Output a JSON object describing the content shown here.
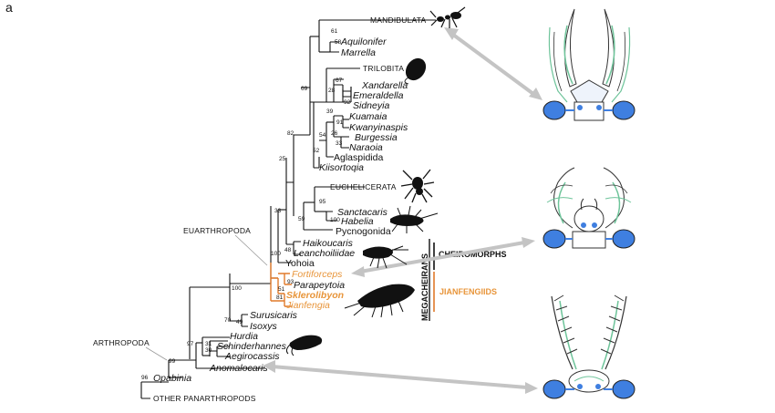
{
  "panel_label": "a",
  "groups": {
    "mandibulata": "MANDIBULATA",
    "trilobita": "TRILOBITA",
    "euchelicerata": "EUCHELICERATA",
    "euarthropoda": "EUARTHROPODA",
    "arthropoda": "ARTHROPODA",
    "other": "OTHER PANARTHROPODS"
  },
  "clades": {
    "megacheirans": "MEGACHEIRANS",
    "cheiromorphs": "CHEIROMORPHS",
    "jianfengiids": "JIANFENGIIDS"
  },
  "taxa": {
    "aquilonifer": "Aquilonifer",
    "marrella": "Marrella",
    "xandarella": "Xandarella",
    "emeraldella": "Emeraldella",
    "sidneyia": "Sidneyia",
    "kuamaia": "Kuamaia",
    "kwanyinaspis": "Kwanyinaspis",
    "burgessia": "Burgessia",
    "naraoia": "Naraoia",
    "aglaspidida": "Aglaspidida",
    "kiisortoqia": "Kiisortoqia",
    "sanctacaris": "Sanctacaris",
    "habelia": "Habelia",
    "pycnogonida": "Pycnogonida",
    "haikoucaris": "Haikoucaris",
    "leanchoiliidae": "Leanchoiliidae",
    "yohoia": "Yohoia",
    "fortiforceps": "Fortiforceps",
    "parapeytoia": "Parapeytoia",
    "sklerolibyon": "Sklerolibyon",
    "jianfengia": "Jianfengia",
    "surusicaris": "Surusicaris",
    "isoxys": "Isoxys",
    "hurdia": "Hurdia",
    "schinderhannes": "Schinderhannes",
    "aegirocassis": "Aegirocassis",
    "anomalocaris": "Anomalocaris",
    "opabinia": "Opabinia"
  },
  "support": {
    "n61": "61",
    "n58": "58",
    "n67": "67",
    "n28": "28",
    "n92": "92",
    "n69": "69",
    "n39": "39",
    "n91": "91",
    "n54": "54",
    "n26": "26",
    "n33a": "33",
    "n52": "52",
    "n82": "82",
    "n25": "25",
    "n95": "95",
    "n100a": "100",
    "n59": "59",
    "n33b": "33",
    "n100b": "100",
    "n48": "48",
    "n93": "93",
    "n51": "51",
    "n81": "81",
    "n100c": "100",
    "n49": "49",
    "n70": "70",
    "n31": "31",
    "n97": "97",
    "n30": "30",
    "n99": "99",
    "n96": "96"
  },
  "colors": {
    "tree": "#111111",
    "megacheiran_branch": "#e07a2a",
    "jianfengiid_text": "#e8953a",
    "arrow": "#c4c4c4",
    "appendage_blue": "#3f7fe0",
    "appendage_green": "#6ec49a"
  },
  "icons": [
    "ant-silhouette-icon",
    "trilobite-silhouette-icon",
    "spider-silhouette-icon",
    "sea-spider-silhouette-icon",
    "yohoia-silhouette-icon",
    "sklerolibyon-silhouette-icon",
    "radiodont-silhouette-icon"
  ]
}
